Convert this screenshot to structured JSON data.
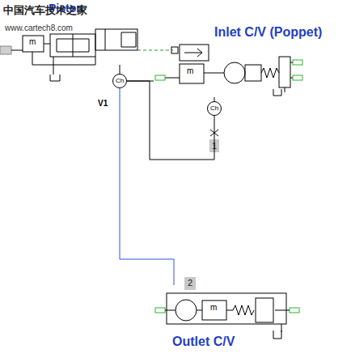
{
  "diagram": {
    "nodes": [
      {
        "text": [
          "Piston"
        ]
      },
      {
        "text": [
          "Ch",
          "V1"
        ]
      },
      {
        "text": [
          "Inlet C/V (Poppet)"
        ]
      },
      {
        "text": [
          "Ch"
        ]
      },
      {
        "text": [
          "Outlet C/V"
        ]
      }
    ],
    "edges": [
      {
        "from": 0,
        "to": 1,
        "arrow": "none"
      },
      {
        "from": 1,
        "to": 2,
        "arrow": "none"
      },
      {
        "from": 1,
        "to": 3,
        "arrow": "none"
      },
      {
        "from": 2,
        "to": 3,
        "arrow": "none"
      },
      {
        "from": 1,
        "to": 4,
        "arrow": "none"
      }
    ],
    "labels": [
      "中国汽车技术之家",
      "www.cartech8.com",
      "m",
      "m",
      "m",
      "1",
      "2"
    ]
  }
}
